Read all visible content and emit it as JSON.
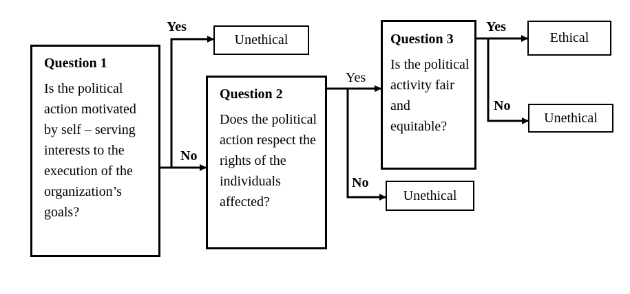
{
  "question1": {
    "title": "Question 1",
    "text": "Is the political action motivated by self – serving interests to the execution of the organization’s goals?"
  },
  "question2": {
    "title": "Question 2",
    "text": "Does the political action respect the rights of the individuals affected?"
  },
  "question3": {
    "title": "Question 3",
    "text": "Is the political activity fair and equitable?"
  },
  "outcomes": {
    "q1_yes": "Unethical",
    "q2_no": "Unethical",
    "q3_yes": "Ethical",
    "q3_no": "Unethical"
  },
  "labels": {
    "q1_yes": "Yes",
    "q1_no": "No",
    "q2_yes": "Yes",
    "q2_no": "No",
    "q3_yes": "Yes",
    "q3_no": "No"
  }
}
